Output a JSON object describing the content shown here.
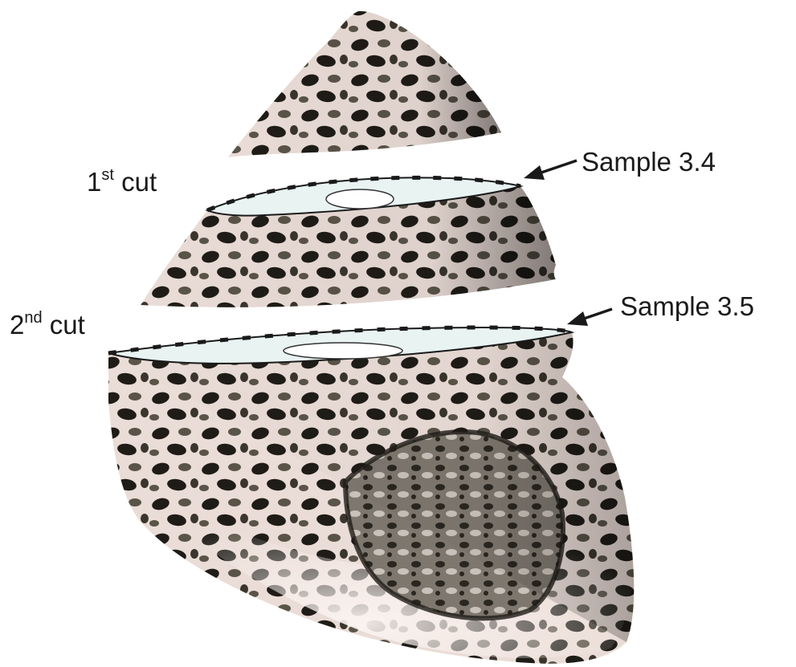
{
  "labels": {
    "cut1": {
      "base": "1",
      "sup": "st",
      "rest": " cut"
    },
    "cut2": {
      "base": "2",
      "sup": "nd",
      "rest": " cut"
    },
    "sample1": "Sample 3.4",
    "sample2": "Sample 3.5"
  },
  "colors": {
    "shell_light": "#eadcd6",
    "shell_pale": "#f6eeea",
    "shell_dark": "#1f1c17",
    "shell_mid": "#5a5448",
    "cut_face": "#e8f3f2",
    "cut_core": "#ffffff",
    "arrow": "#1a1a1a"
  },
  "icons": [
    "shell-apex-icon",
    "shell-middle-section-icon",
    "shell-body-whorl-icon"
  ]
}
